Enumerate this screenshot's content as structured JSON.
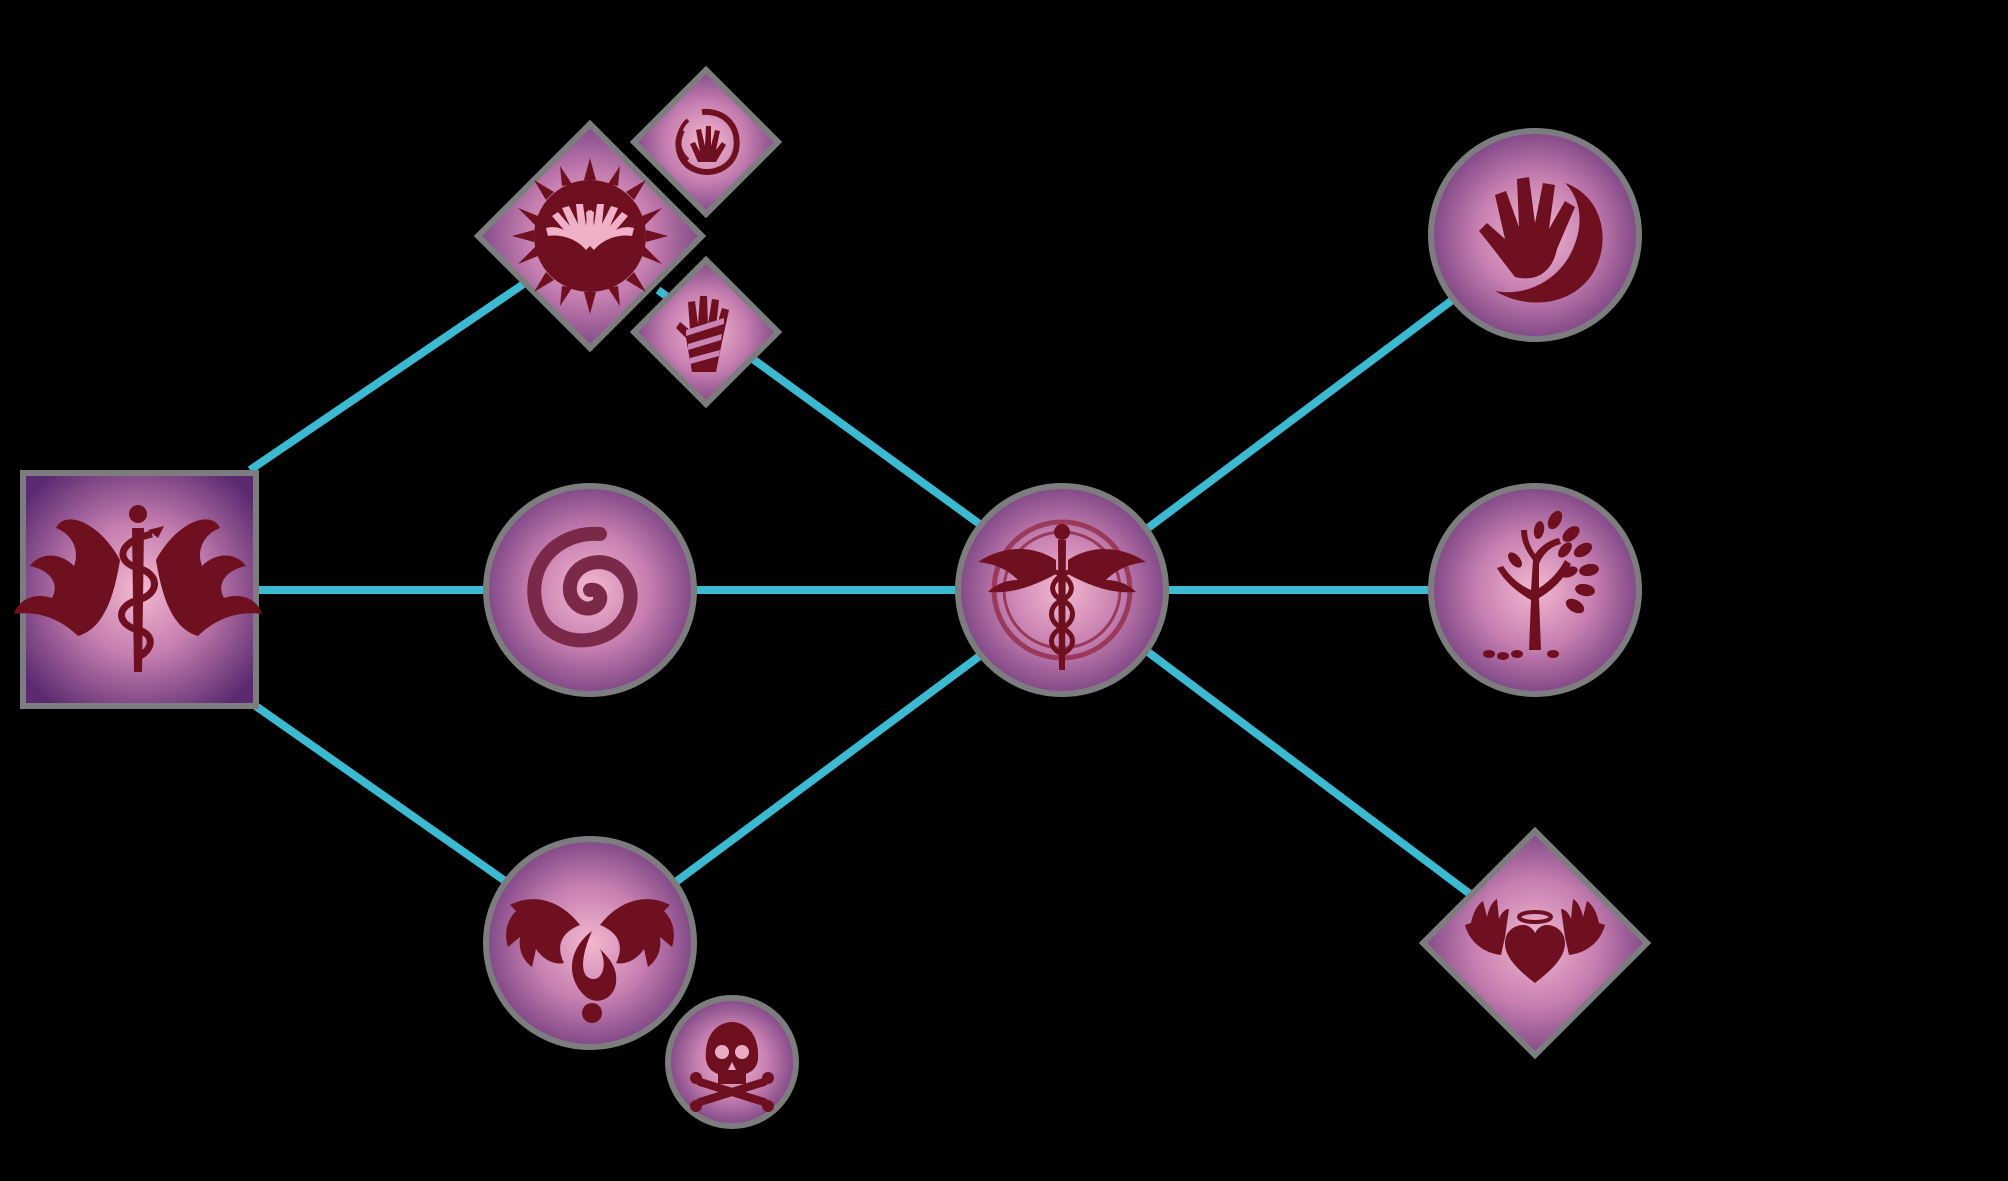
{
  "colors": {
    "background": "#000000",
    "connector": "#3cbad2",
    "node_border": "#7d7d80",
    "node_fill_center": "#f2b8cf",
    "node_fill_edge": "#5a2a70",
    "glyph": "#6e1020"
  },
  "skill_tree": {
    "nodes": [
      {
        "id": "root",
        "shape": "square",
        "icon": "rod-of-asclepius-wings-icon"
      },
      {
        "id": "upper-branch",
        "shape": "diamond",
        "icon": "radiant-hands-icon"
      },
      {
        "id": "upper-mod-a",
        "shape": "diamond",
        "icon": "hand-swirl-icon"
      },
      {
        "id": "upper-mod-b",
        "shape": "diamond",
        "icon": "bandaged-hand-icon"
      },
      {
        "id": "middle-branch",
        "shape": "circle",
        "icon": "spiral-icon"
      },
      {
        "id": "lower-branch",
        "shape": "circle",
        "icon": "claws-flame-icon"
      },
      {
        "id": "lower-mod",
        "shape": "circle",
        "icon": "skull-crossbones-icon"
      },
      {
        "id": "hub",
        "shape": "circle",
        "icon": "caduceus-icon"
      },
      {
        "id": "top-right",
        "shape": "circle",
        "icon": "hand-crescent-icon"
      },
      {
        "id": "mid-right",
        "shape": "circle",
        "icon": "tree-icon"
      },
      {
        "id": "bottom-right",
        "shape": "diamond",
        "icon": "winged-heart-halo-icon"
      }
    ],
    "connections": [
      [
        "root",
        "upper-branch"
      ],
      [
        "root",
        "middle-branch"
      ],
      [
        "root",
        "lower-branch"
      ],
      [
        "upper-branch",
        "hub"
      ],
      [
        "middle-branch",
        "hub"
      ],
      [
        "lower-branch",
        "hub"
      ],
      [
        "hub",
        "top-right"
      ],
      [
        "hub",
        "mid-right"
      ],
      [
        "hub",
        "bottom-right"
      ]
    ]
  }
}
